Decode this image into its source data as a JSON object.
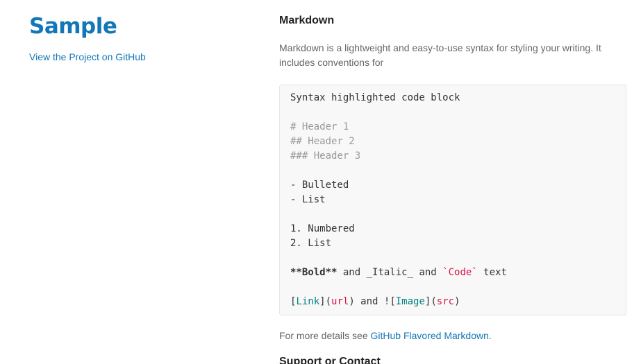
{
  "sidebar": {
    "title": "Sample",
    "project_link": "View the Project on GitHub"
  },
  "main": {
    "heading": "Markdown",
    "intro": "Markdown is a lightweight and easy-to-use syntax for styling your writing. It includes conventions for",
    "code": {
      "line1": "Syntax highlighted code block",
      "h1": "# Header 1",
      "h2": "## Header 2",
      "h3": "### Header 3",
      "bullet1": "- Bulleted",
      "bullet2": "- List",
      "num1": "1. Numbered",
      "num2": "2. List",
      "bold": "**Bold**",
      "and1": " and _Italic_ and ",
      "code": "`Code`",
      "text_tail": " text",
      "lb1": "[",
      "link": "Link",
      "rb1": "](",
      "url": "url",
      "rp1": ") and ![",
      "image": "Image",
      "rb2": "](",
      "src": "src",
      "rp2": ")"
    },
    "more_prefix": "For more details see ",
    "more_link": "GitHub Flavored Markdown",
    "more_suffix": ".",
    "support_heading": "Support or Contact"
  }
}
